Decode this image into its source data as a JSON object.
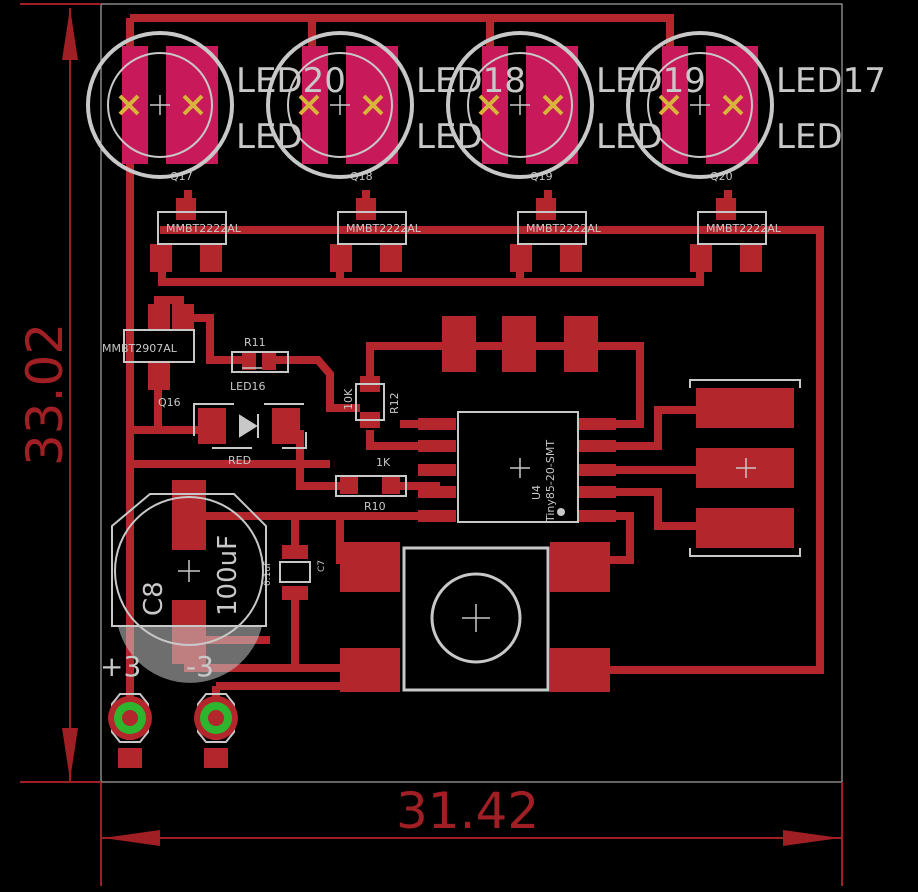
{
  "dimensions": {
    "width_label": "31.42",
    "height_label": "33.02"
  },
  "leds": [
    {
      "name": "LED20",
      "value": "LED",
      "transistor": "Q17",
      "part": "MMBT2222AL"
    },
    {
      "name": "LED18",
      "value": "LED",
      "transistor": "Q18",
      "part": "MMBT2222AL"
    },
    {
      "name": "LED19",
      "value": "LED",
      "transistor": "Q19",
      "part": "MMBT2222AL"
    },
    {
      "name": "LED17",
      "value": "LED",
      "transistor": "Q20",
      "part": "MMBT2222AL"
    }
  ],
  "components": {
    "q16_part": "MMBT2907AL",
    "q16_name": "Q16",
    "r11_name": "R11",
    "led16_name": "LED16",
    "led16_value": "RED",
    "r12_name": "R12",
    "r12_value": "10K",
    "r10_name": "R10",
    "r10_value": "1K",
    "u4_name": "U4",
    "u4_value": "Tiny85-20-SMT",
    "c8_name": "C8",
    "c8_value": "100uF",
    "c7_name": "C7",
    "c7_value": "0.1uF"
  },
  "pads": {
    "plus_label": "+3",
    "minus_label": "-3"
  },
  "colors": {
    "copper": "#b3262b",
    "silk": "#c8c8c8",
    "led_body": "#c8195a",
    "pad_ring": "#2db52d",
    "cross": "#d8b43a",
    "dim": "#a01f24",
    "board_outline": "#c8c8c8"
  }
}
